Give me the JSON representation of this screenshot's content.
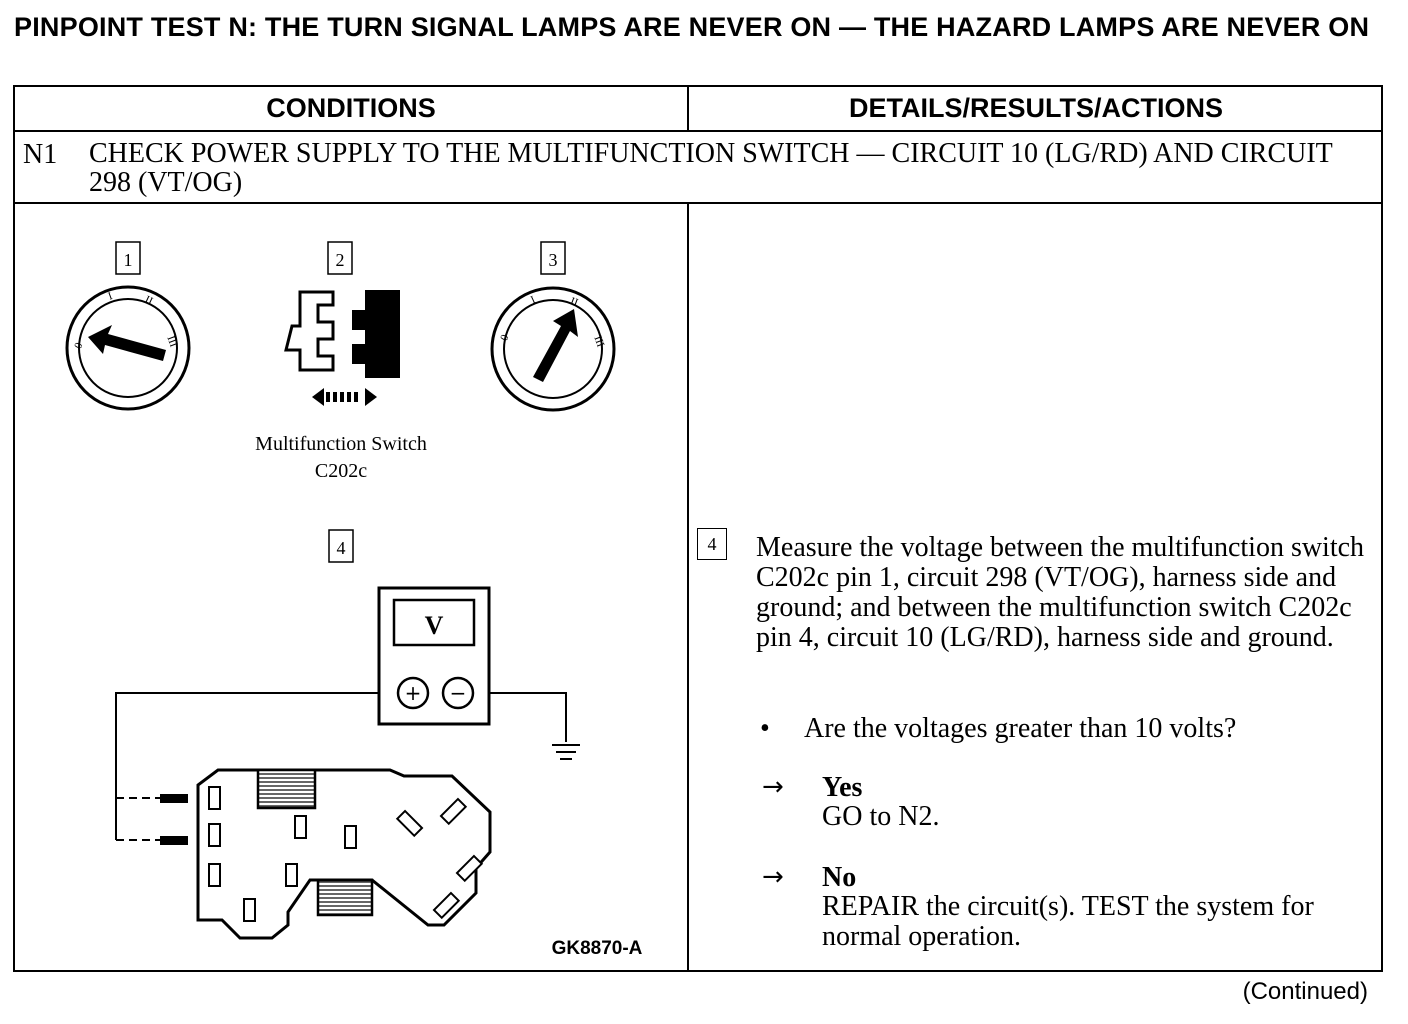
{
  "title": "PINPOINT TEST N:  THE TURN SIGNAL LAMPS ARE NEVER ON — THE HAZARD LAMPS ARE NEVER ON",
  "table": {
    "col_conditions": "CONDITIONS",
    "col_details": "DETAILS/RESULTS/ACTIONS",
    "step_id": "N1",
    "step_title": "CHECK POWER SUPPLY TO THE MULTIFUNCTION SWITCH — CIRCUIT 10 (LG/RD) AND CIRCUIT 298 (VT/OG)"
  },
  "diagram": {
    "step_numbers": [
      "1",
      "2",
      "3",
      "4"
    ],
    "dial_marks": [
      "0",
      "I",
      "II",
      "III"
    ],
    "switch_caption_line1": "Multifunction Switch",
    "switch_caption_line2": "C202c",
    "meter_symbol": "V",
    "meter_plus": "+",
    "meter_minus": "−",
    "figure_id": "GK8870-A"
  },
  "details": {
    "step_box": "4",
    "measure_text": "Measure the voltage between the multifunction switch C202c pin 1, circuit 298 (VT/OG), harness side and ground; and between the multifunction switch C202c pin 4, circuit 10 (LG/RD), harness side and ground.",
    "bullet_symbol": "•",
    "question": "Are the voltages greater than 10 volts?",
    "arrow_symbol": "→",
    "yes_label": "Yes",
    "yes_action": "GO to N2.",
    "no_label": "No",
    "no_action": "REPAIR the circuit(s). TEST the system for normal operation."
  },
  "footer": {
    "continued": "(Continued)"
  }
}
